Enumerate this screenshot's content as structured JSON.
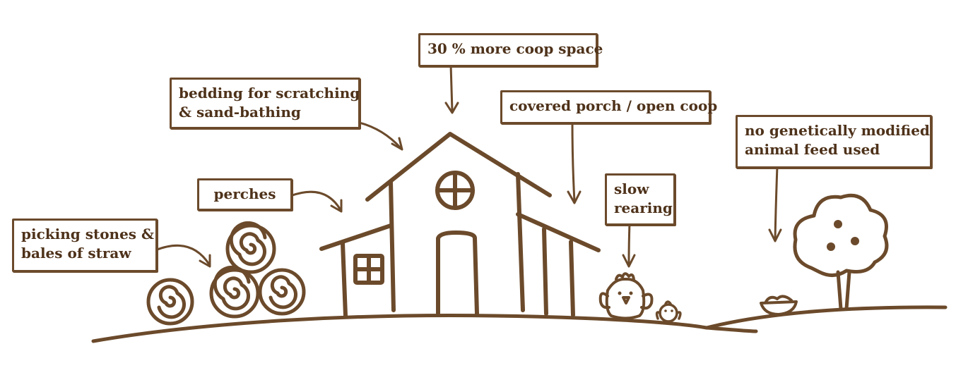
{
  "labels": {
    "coop_space": [
      "30 % more coop space"
    ],
    "bedding": [
      "bedding for scratching",
      "& sand-bathing"
    ],
    "porch": [
      "covered porch / open coop"
    ],
    "gmo": [
      "no genetically modified",
      "animal feed used"
    ],
    "perches": [
      "perches"
    ],
    "slow_rearing": [
      "slow",
      "rearing"
    ],
    "stones": [
      "picking stones &",
      "bales of straw"
    ]
  },
  "colors": {
    "ink": "#6b4a2b",
    "text": "#4e321a",
    "background": "#ffffff"
  }
}
